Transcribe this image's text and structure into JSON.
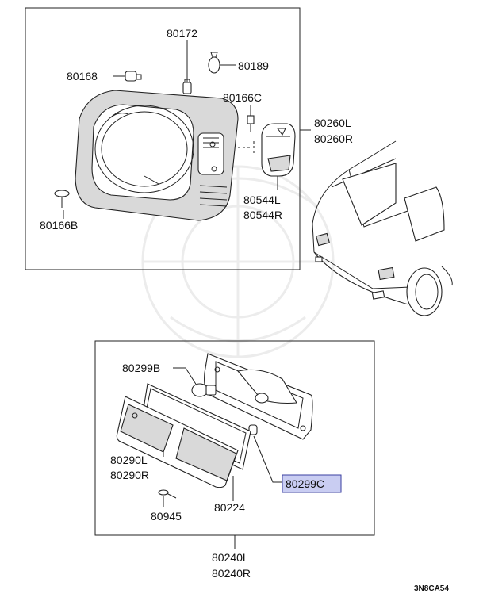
{
  "parts": {
    "p80172": "80172",
    "p80189": "80189",
    "p80168": "80168",
    "p80166C": "80166C",
    "p80260L": "80260L",
    "p80260R": "80260R",
    "p80544L": "80544L",
    "p80544R": "80544R",
    "p80166B": "80166B",
    "p80299B": "80299B",
    "p80290L": "80290L",
    "p80290R": "80290R",
    "p80299C": "80299C",
    "p80945": "80945",
    "p80224": "80224",
    "p80240L": "80240L",
    "p80240R": "80240R"
  },
  "diagram_code": "3N8CA54",
  "highlight_color": "#c9cdf2"
}
